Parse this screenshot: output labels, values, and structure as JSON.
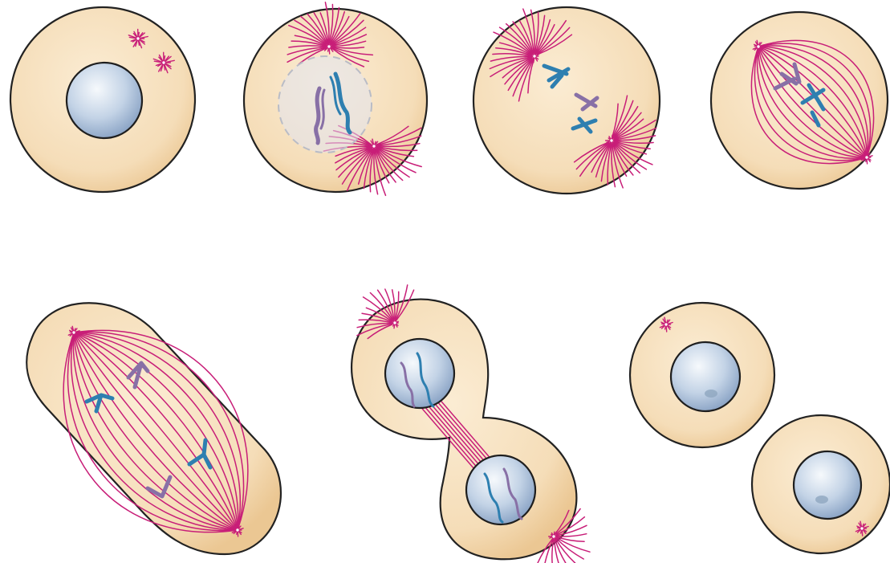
{
  "colors": {
    "cytoplasm": "#f7e4c4",
    "cytoplasm_edge": "#ecc995",
    "nucleus_light": "#f4f7fb",
    "nucleus_dark": "#8aa4c5",
    "spindle": "#c81e78",
    "chromatid_blue": "#2e7fb0",
    "chromatid_purple": "#8870a6",
    "outline": "#222222"
  },
  "stages": [
    {
      "name": "interphase",
      "cells": 1
    },
    {
      "name": "prophase",
      "cells": 1
    },
    {
      "name": "prometaphase",
      "cells": 1
    },
    {
      "name": "metaphase",
      "cells": 1
    },
    {
      "name": "anaphase",
      "cells": 1
    },
    {
      "name": "telophase",
      "cells": 2
    },
    {
      "name": "cytokinesis",
      "cells": 2
    }
  ]
}
